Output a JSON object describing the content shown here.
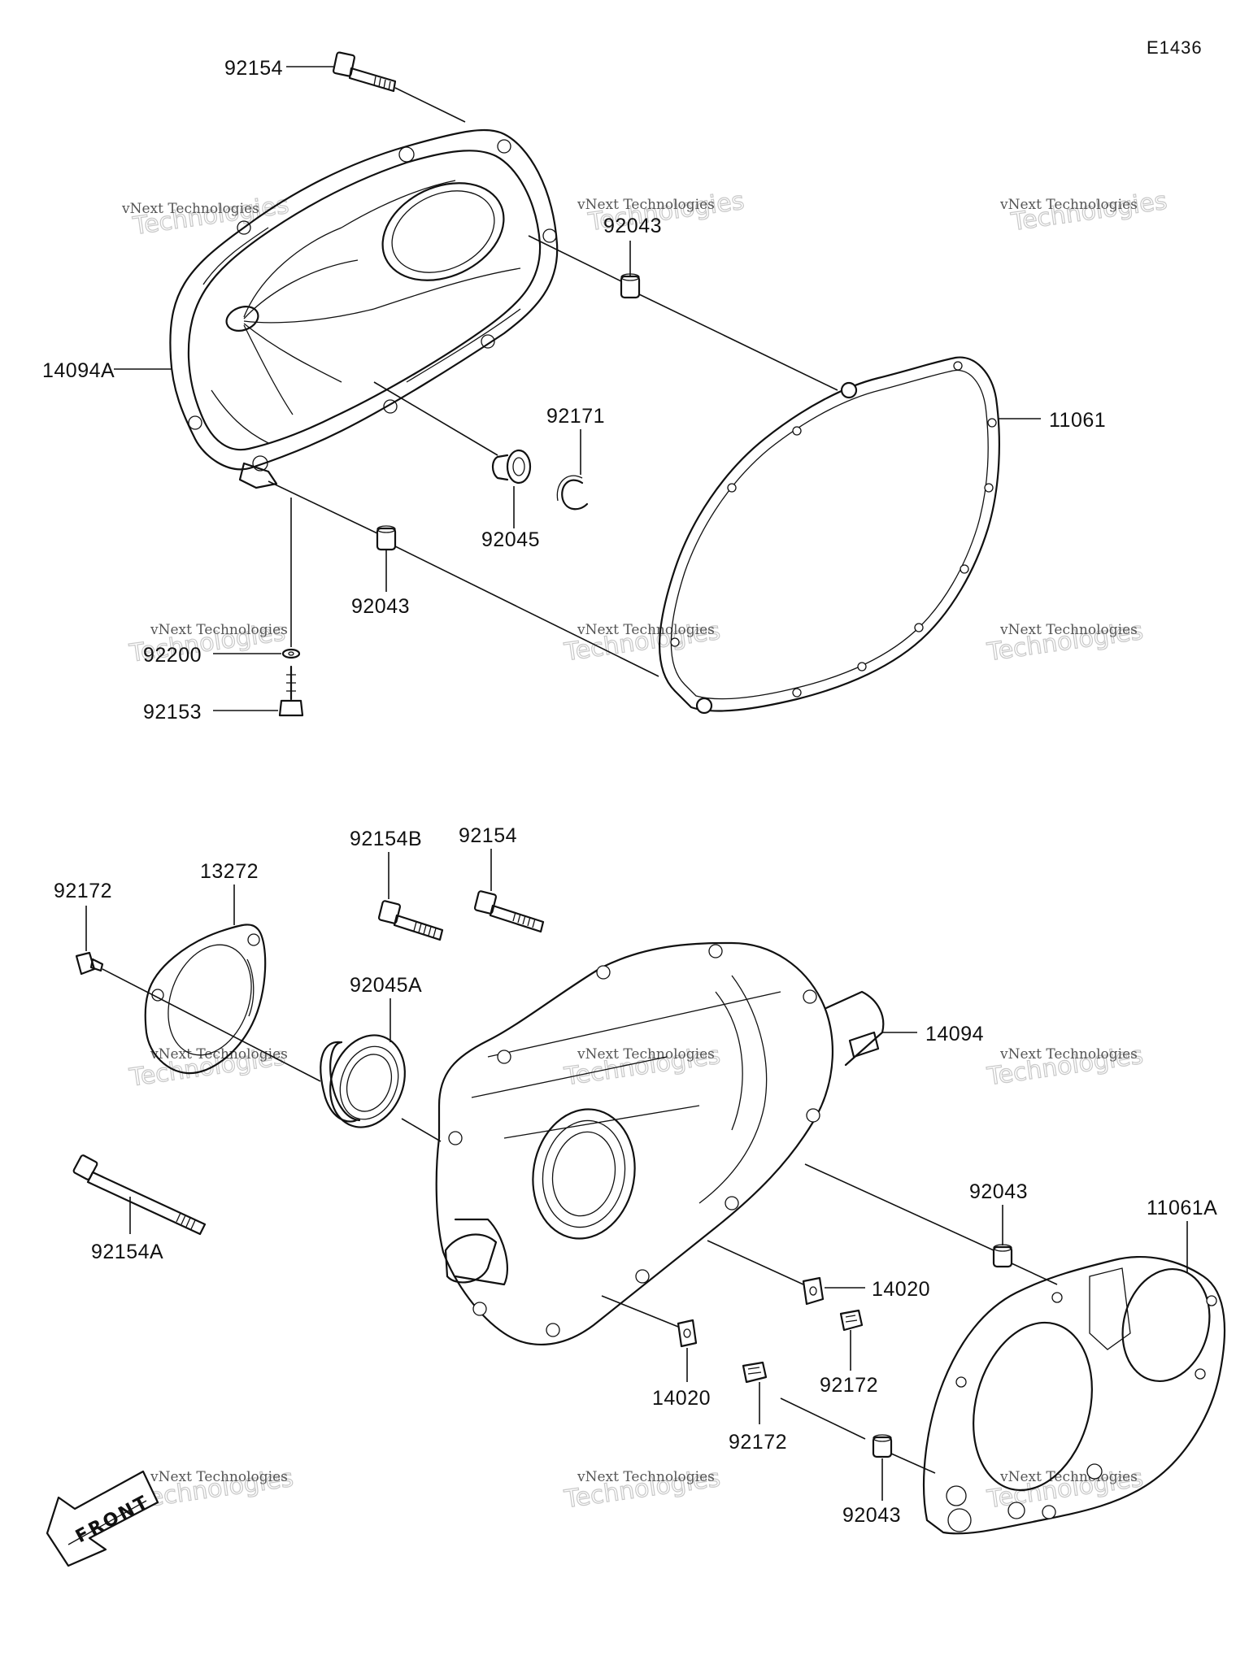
{
  "diagram_code": "E1436",
  "watermark": {
    "line1": "vNext Technologies",
    "line2": "Technologies"
  },
  "front_arrow_label": "FRONT",
  "part_labels": {
    "p92154_top": "92154",
    "p92043_a": "92043",
    "p14094A": "14094A",
    "p92171": "92171",
    "p11061": "11061",
    "p92045": "92045",
    "p92043_b": "92043",
    "p92200": "92200",
    "p92153": "92153",
    "p92154B": "92154B",
    "p92154_mid": "92154",
    "p13272": "13272",
    "p92172_left": "92172",
    "p92045A": "92045A",
    "p14094": "14094",
    "p92154A": "92154A",
    "p92043_c": "92043",
    "p11061A": "11061A",
    "p14020_a": "14020",
    "p92172_b": "92172",
    "p14020_b": "14020",
    "p92172_c": "92172",
    "p92043_d": "92043"
  }
}
